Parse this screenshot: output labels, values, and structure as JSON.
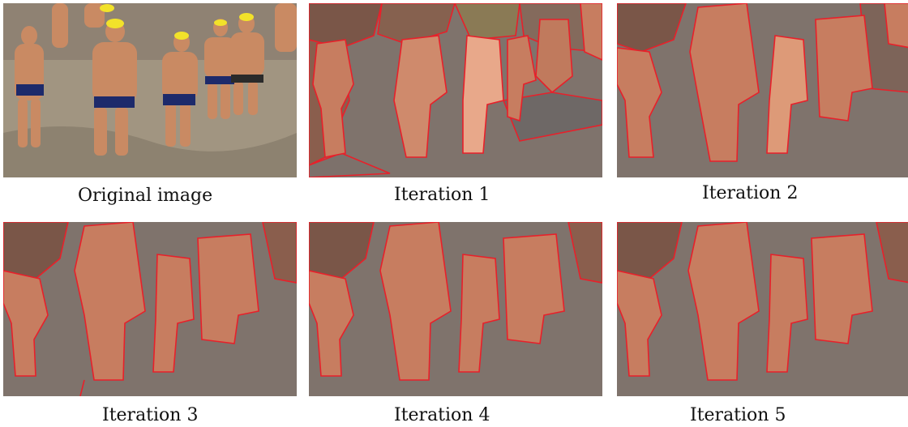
{
  "figure": {
    "panels": [
      {
        "key": "original",
        "caption": "Original image"
      },
      {
        "key": "it1",
        "caption": "Iteration 1"
      },
      {
        "key": "it2",
        "caption": "Iteration 2"
      },
      {
        "key": "it3",
        "caption": "Iteration 3"
      },
      {
        "key": "it4",
        "caption": "Iteration 4"
      },
      {
        "key": "it5",
        "caption": "Iteration 5"
      }
    ]
  },
  "colors": {
    "boundary": "#e8202a",
    "background_region": "#7f736c",
    "skin_region": "#c77d60",
    "dark_region": "#7a5648",
    "water": "#a19581",
    "cap_yellow": "#f2e22a"
  }
}
